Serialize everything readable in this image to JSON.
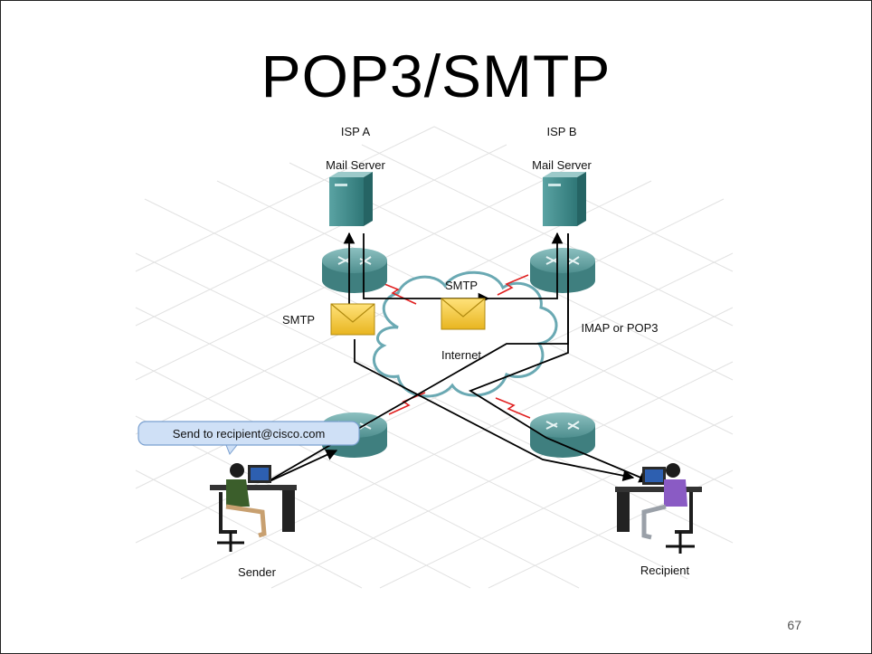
{
  "slide": {
    "title": "POP3/SMTP",
    "page_number": "67"
  },
  "diagram": {
    "isp_a": {
      "name": "ISP A",
      "server_label": "Mail Server"
    },
    "isp_b": {
      "name": "ISP B",
      "server_label": "Mail Server"
    },
    "cloud_label": "Internet",
    "smtp_left_label": "SMTP",
    "smtp_center_label": "SMTP",
    "retrieval_label": "IMAP or POP3",
    "callout_text": "Send to recipient@cisco.com",
    "sender_label": "Sender",
    "recipient_label": "Recipient"
  },
  "colors": {
    "server": "#3d8a8a",
    "router": "#4f8f8f",
    "envelope": "#f2c93b",
    "serial_link": "#e02020",
    "callout": "#cfe0f6"
  }
}
